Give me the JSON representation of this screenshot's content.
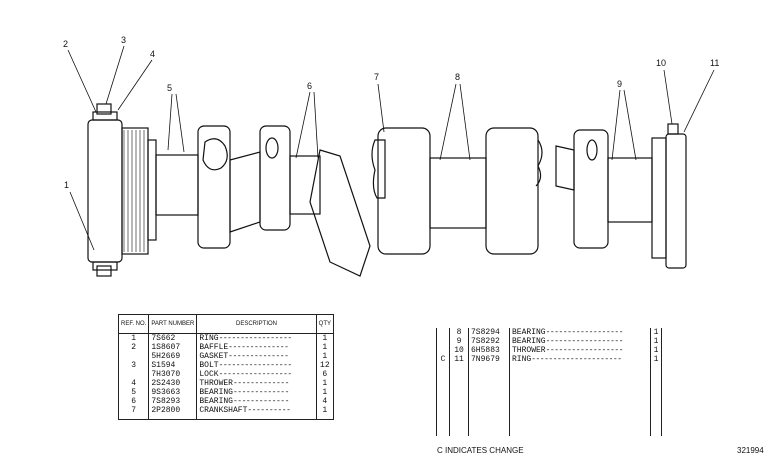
{
  "callouts": [
    "1",
    "2",
    "3",
    "4",
    "5",
    "6",
    "7",
    "8",
    "9",
    "10",
    "11"
  ],
  "left_table": {
    "headers": {
      "ref": "REF. NO.",
      "part": "PART NUMBER",
      "desc": "DESCRIPTION",
      "qty": "QTY"
    },
    "rows": [
      {
        "ref": "1",
        "pn": "7S662",
        "desc": "RING",
        "qty": "1"
      },
      {
        "ref": "2",
        "pn": "1S8607",
        "desc": "BAFFLE",
        "qty": "1"
      },
      {
        "ref": "",
        "pn": "5H2669",
        "desc": "GASKET",
        "qty": "1"
      },
      {
        "ref": "3",
        "pn": "S1594",
        "desc": "BOLT",
        "qty": "12"
      },
      {
        "ref": "",
        "pn": "7H3070",
        "desc": "LOCK",
        "qty": "6"
      },
      {
        "ref": "4",
        "pn": "2S2430",
        "desc": "THROWER",
        "qty": "1"
      },
      {
        "ref": "5",
        "pn": "9S3663",
        "desc": "BEARING",
        "qty": "1"
      },
      {
        "ref": "6",
        "pn": "7S8293",
        "desc": "BEARING",
        "qty": "4"
      },
      {
        "ref": "7",
        "pn": "2P2800",
        "desc": "CRANKSHAFT",
        "qty": "1"
      }
    ]
  },
  "right_table": {
    "rows": [
      {
        "chg": "",
        "ref": "8",
        "pn": "7S8294",
        "desc": "BEARING",
        "qty": "1"
      },
      {
        "chg": "",
        "ref": "9",
        "pn": "7S8292",
        "desc": "BEARING",
        "qty": "1"
      },
      {
        "chg": "",
        "ref": "10",
        "pn": "6H5883",
        "desc": "THROWER",
        "qty": "1"
      },
      {
        "chg": "C",
        "ref": "11",
        "pn": "7N9679",
        "desc": "RING",
        "qty": "1"
      }
    ]
  },
  "change_note": "C INDICATES CHANGE",
  "illustration_number": "321994"
}
